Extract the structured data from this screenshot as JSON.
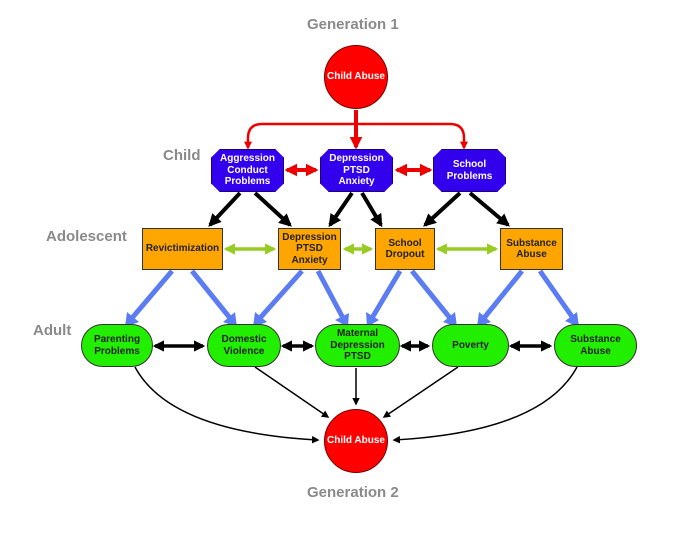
{
  "labels": {
    "generation1": "Generation 1",
    "generation2": "Generation 2",
    "child": "Child",
    "adolescent": "Adolescent",
    "adult": "Adult"
  },
  "nodes": {
    "gen1_child_abuse": "Child Abuse",
    "child_aggression": "Aggression\nConduct\nProblems",
    "child_depression": "Depression\nPTSD\nAnxiety",
    "child_school": "School\nProblems",
    "adol_revictimization": "Revictimization",
    "adol_depression": "Depression\nPTSD\nAnxiety",
    "adol_dropout": "School\nDropout",
    "adol_substance": "Substance\nAbuse",
    "adult_parenting": "Parenting\nProblems",
    "adult_domestic": "Domestic\nViolence",
    "adult_maternal": "Maternal\nDepression\nPTSD",
    "adult_poverty": "Poverty",
    "adult_substance": "Substance\nAbuse",
    "gen2_child_abuse": "Child Abuse"
  },
  "colors": {
    "red": "#ff0000",
    "blue": "#3300ee",
    "orange": "#ffa500",
    "green": "#22ee00",
    "arrow_red": "#ee0000",
    "arrow_black": "#000000",
    "arrow_lime": "#99cc22",
    "arrow_periwinkle": "#5b7cf2"
  }
}
